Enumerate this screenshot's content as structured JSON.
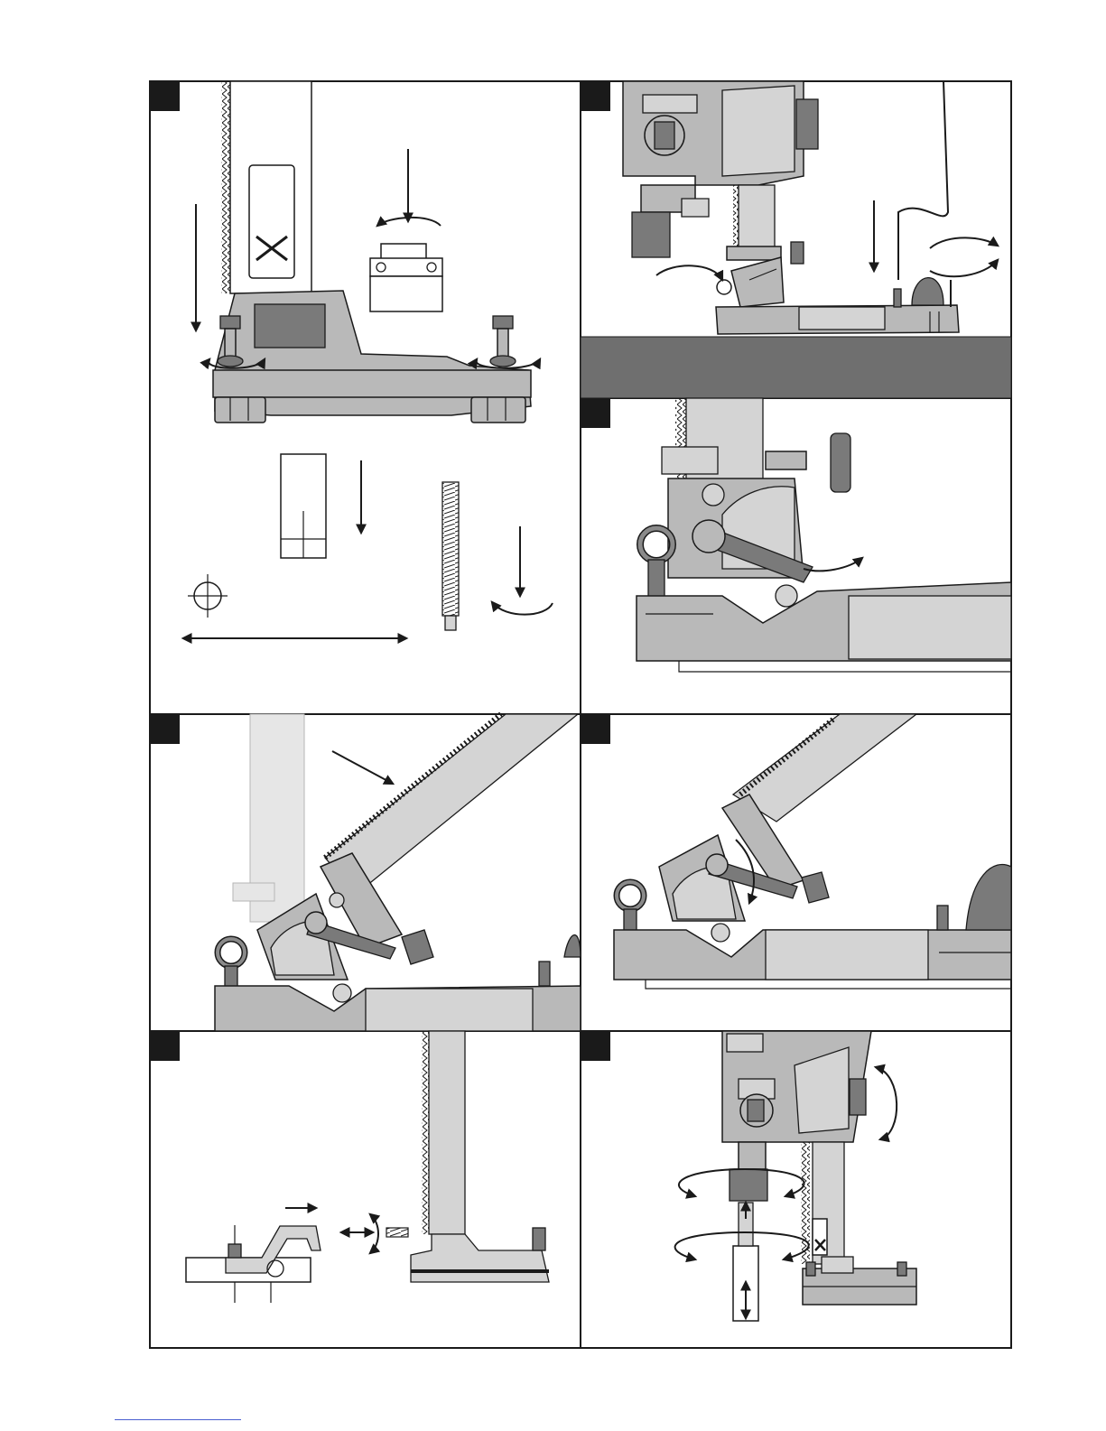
{
  "figure": {
    "panels": [
      {
        "id": "panel-1",
        "badge_color": "#1a1a1a"
      },
      {
        "id": "panel-2",
        "badge_color": "#1a1a1a"
      },
      {
        "id": "panel-3",
        "badge_color": "#1a1a1a"
      },
      {
        "id": "panel-4",
        "badge_color": "#1a1a1a"
      },
      {
        "id": "panel-5",
        "badge_color": "#1a1a1a"
      },
      {
        "id": "panel-6",
        "badge_color": "#1a1a1a"
      },
      {
        "id": "panel-7",
        "badge_color": "#1a1a1a"
      }
    ],
    "colors": {
      "ink": "#1a1a1a",
      "metal": "#b9b9b9",
      "metal_light": "#d4d4d4",
      "metal_dark": "#7a7a7a",
      "floor": "#6f6f6f",
      "footer_link": "#4a5fd0"
    },
    "icons": [
      "arrow-icon",
      "rotate-arrow-icon",
      "crosshair-icon",
      "double-arrow-icon",
      "x-mark-icon"
    ]
  }
}
